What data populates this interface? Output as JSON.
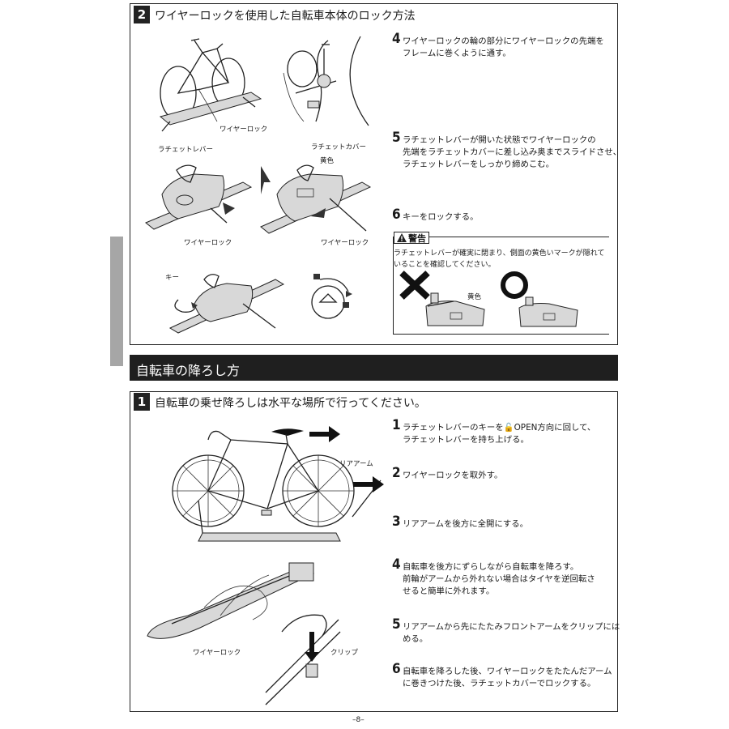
{
  "section_lock": {
    "number": "2",
    "title": "ワイヤーロックを使用した自転車本体のロック方法",
    "steps": [
      {
        "num": "4",
        "lines": [
          "ワイヤーロックの輪の部分にワイヤーロックの先端を",
          "フレームに巻くように通す。"
        ]
      },
      {
        "num": "5",
        "lines": [
          "ラチェットレバーが開いた状態でワイヤーロックの",
          "先端をラチェットカバーに差し込み奥までスライドさせ、",
          "ラチェットレバーをしっかり締めこむ。"
        ]
      },
      {
        "num": "6",
        "lines": [
          "キーをロックする。"
        ]
      }
    ],
    "labels": {
      "wire_lock_1": "ワイヤーロック",
      "ratchet_lever": "ラチェットレバー",
      "ratchet_cover": "ラチェットカバー",
      "yellow": "黄色",
      "wire_lock_2": "ワイヤーロック",
      "wire_lock_3": "ワイヤーロック",
      "key": "キー"
    },
    "warning": {
      "title": "警告",
      "lines": [
        "ラチェットレバーが確実に閉まり、側面の黄色いマークが隠れて",
        "いることを確認してください。"
      ],
      "yellow_label": "黄色"
    }
  },
  "unload_header": "自転車の降ろし方",
  "section_unload": {
    "number": "1",
    "title": "自転車の乗せ降ろしは水平な場所で行ってください。",
    "steps": [
      {
        "num": "1",
        "lines": [
          "ラチェットレバーのキーを🔓OPEN方向に回して、",
          "ラチェットレバーを持ち上げる。"
        ]
      },
      {
        "num": "2",
        "lines": [
          "ワイヤーロックを取外す。"
        ]
      },
      {
        "num": "3",
        "lines": [
          "リアアームを後方に全開にする。"
        ]
      },
      {
        "num": "4",
        "lines": [
          "自転車を後方にずらしながら自転車を降ろす。",
          "前輪がアームから外れない場合はタイヤを逆回転さ",
          "せると簡単に外れます。"
        ]
      },
      {
        "num": "5",
        "lines": [
          "リアアームから先にたたみフロントアームをクリップには",
          "める。"
        ]
      },
      {
        "num": "6",
        "lines": [
          "自転車を降ろした後、ワイヤーロックをたたんだアーム",
          "に巻きつけた後、ラチェットカバーでロックする。"
        ]
      }
    ],
    "labels": {
      "rear_arm": "リアアーム",
      "wire_lock": "ワイヤーロック",
      "clip": "クリップ"
    }
  },
  "page_number": "–8–"
}
